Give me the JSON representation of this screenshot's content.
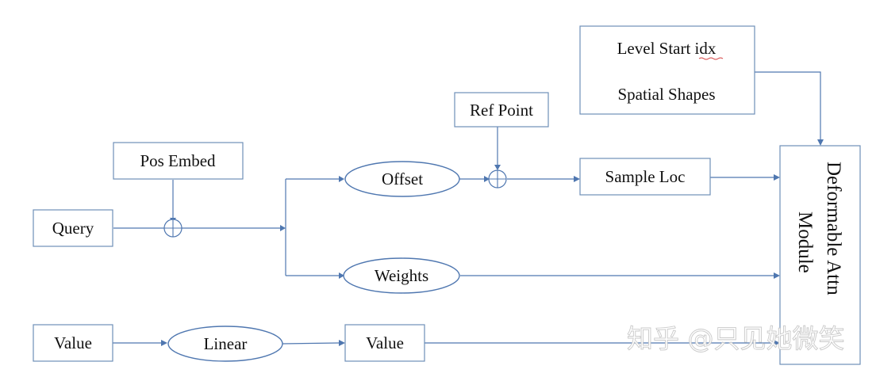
{
  "diagram": {
    "nodes": {
      "query": "Query",
      "pos_embed": "Pos Embed",
      "offset": "Offset",
      "weights": "Weights",
      "ref_point": "Ref Point",
      "sample_loc": "Sample Loc",
      "level_start_idx": "Level Start idx",
      "spatial_shapes": "Spatial Shapes",
      "value_input": "Value",
      "linear": "Linear",
      "value_output": "Value",
      "deformable_line1": "Deformable Attn",
      "deformable_line2": "Module"
    },
    "watermark": "知乎 @只见她微笑"
  }
}
